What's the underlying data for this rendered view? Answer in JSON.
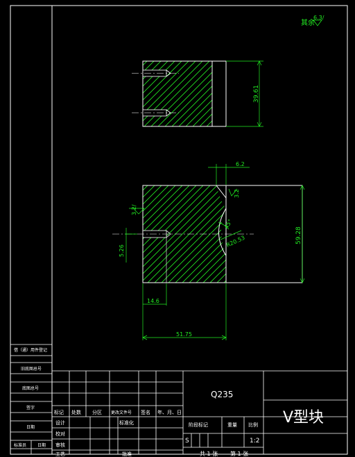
{
  "drawing": {
    "roughness": {
      "remaining_label": "其余",
      "remaining_value": "6.3/",
      "left_value": "3.2/",
      "right_value": "3.2"
    },
    "dimensions": {
      "top_height": "39.61",
      "width_top": "6.2",
      "angle": "45°",
      "radius": "R20.53",
      "height_right": "59.28",
      "left_small": "5.26",
      "bottom_small": "14.6",
      "bottom_total": "51.75"
    }
  },
  "left_strip": {
    "labels": [
      "借（通）用件登记",
      "旧底图总号",
      "底图总号",
      "签字",
      "日期",
      "标准员",
      "日期"
    ]
  },
  "title_block": {
    "material": "Q235",
    "part_name": "V型块",
    "header_cells": [
      "标记",
      "处数",
      "分区",
      "更改文件号",
      "签名",
      "年、月、日"
    ],
    "row_labels": [
      "设计",
      "校对",
      "审核",
      "工艺"
    ],
    "standardization": "标准化",
    "approval": "批准",
    "stage_mark": "阶段标记",
    "weight": "重量",
    "scale_label": "比例",
    "stage_value": "S",
    "scale_value": "1:2",
    "sheets_total": "共 1 张",
    "sheet_current": "第 1 张"
  }
}
